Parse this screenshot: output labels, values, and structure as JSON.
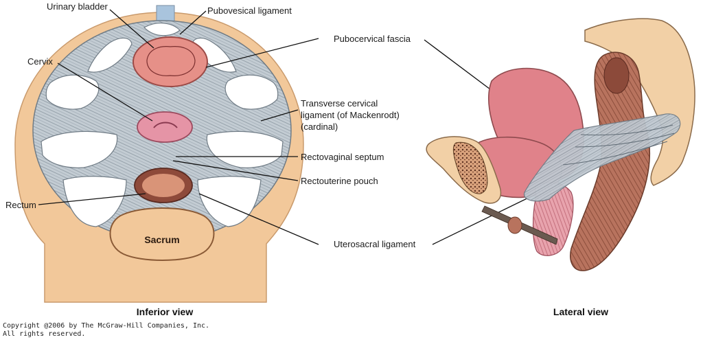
{
  "labels": {
    "urinary_bladder": "Urinary bladder",
    "pubovesical_ligament": "Pubovesical ligament",
    "cervix": "Cervix",
    "pubocervical_fascia": "Pubocervical fascia",
    "transverse_cervical_1": "Transverse cervical",
    "transverse_cervical_2": "ligament (of Mackenrodt)",
    "transverse_cervical_3": "(cardinal)",
    "rectovaginal_septum": "Rectovaginal septum",
    "rectouterine_pouch": "Rectouterine pouch",
    "rectum": "Rectum",
    "uterosacral_ligament": "Uterosacral ligament",
    "sacrum": "Sacrum"
  },
  "captions": {
    "inferior": "Inferior view",
    "lateral": "Lateral view"
  },
  "copyright": {
    "line1": "Copyright @2006 by The McGraw-Hill Companies, Inc.",
    "line2": "All rights reserved."
  },
  "colors": {
    "skin": "#f2c89a",
    "ligament": "#b9c3cc",
    "organ_pink": "#e0828a",
    "muscle": "#b8735e"
  }
}
